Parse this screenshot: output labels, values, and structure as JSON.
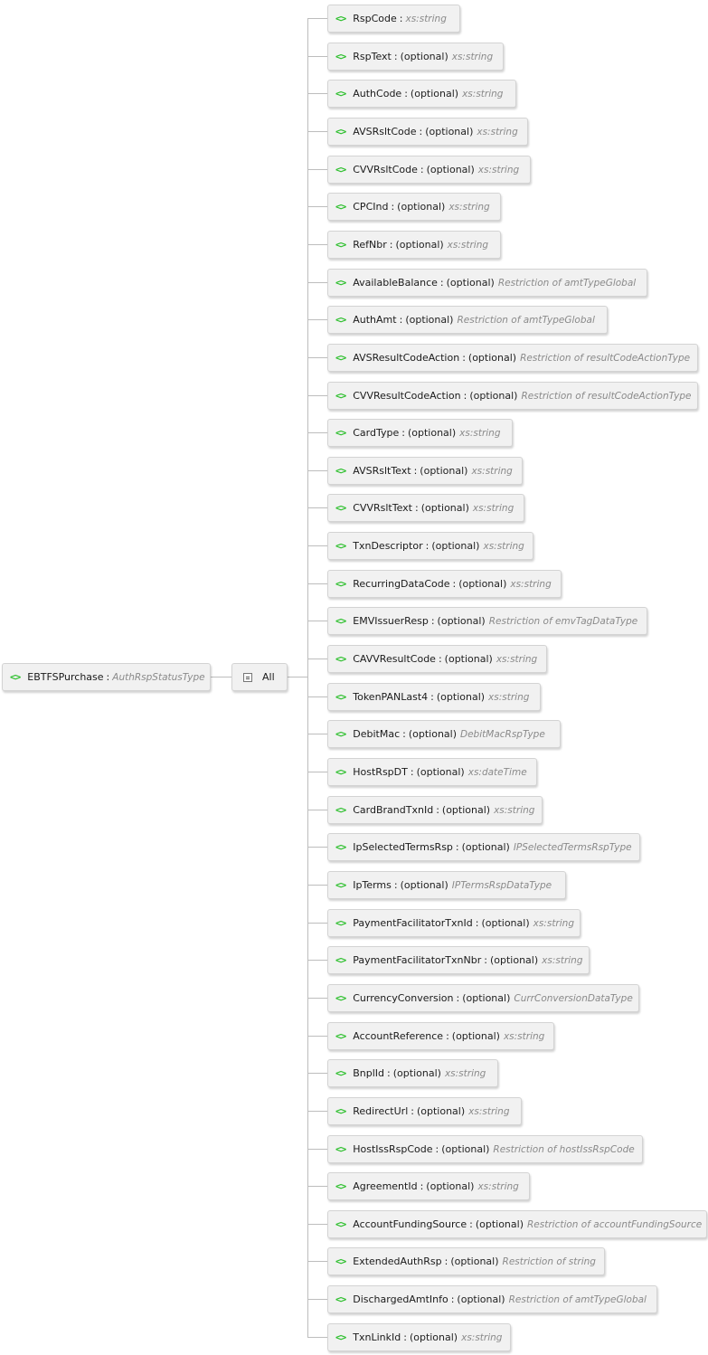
{
  "root": {
    "name": "EBTFSPurchase",
    "type": "AuthRspStatusType",
    "icon": "element-icon",
    "glyph": "<>"
  },
  "compositor": {
    "label": "All",
    "icon": "all-compositor-icon"
  },
  "separator": ":",
  "optional_label": "(optional)",
  "colors": {
    "icon_green": "#2bbf2b",
    "node_bg": "#f1f1f1",
    "node_border": "#d3d3d3",
    "type_gray": "#8a8a8a"
  },
  "children": [
    {
      "name": "RspCode",
      "optional": false,
      "type": "xs:string"
    },
    {
      "name": "RspText",
      "optional": true,
      "type": "xs:string"
    },
    {
      "name": "AuthCode",
      "optional": true,
      "type": "xs:string"
    },
    {
      "name": "AVSRsltCode",
      "optional": true,
      "type": "xs:string"
    },
    {
      "name": "CVVRsltCode",
      "optional": true,
      "type": "xs:string"
    },
    {
      "name": "CPCInd",
      "optional": true,
      "type": "xs:string"
    },
    {
      "name": "RefNbr",
      "optional": true,
      "type": "xs:string"
    },
    {
      "name": "AvailableBalance",
      "optional": true,
      "type": "Restriction of amtTypeGlobal"
    },
    {
      "name": "AuthAmt",
      "optional": true,
      "type": "Restriction of amtTypeGlobal"
    },
    {
      "name": "AVSResultCodeAction",
      "optional": true,
      "type": "Restriction of resultCodeActionType"
    },
    {
      "name": "CVVResultCodeAction",
      "optional": true,
      "type": "Restriction of resultCodeActionType"
    },
    {
      "name": "CardType",
      "optional": true,
      "type": "xs:string"
    },
    {
      "name": "AVSRsltText",
      "optional": true,
      "type": "xs:string"
    },
    {
      "name": "CVVRsltText",
      "optional": true,
      "type": "xs:string"
    },
    {
      "name": "TxnDescriptor",
      "optional": true,
      "type": "xs:string"
    },
    {
      "name": "RecurringDataCode",
      "optional": true,
      "type": "xs:string"
    },
    {
      "name": "EMVIssuerResp",
      "optional": true,
      "type": "Restriction of emvTagDataType"
    },
    {
      "name": "CAVVResultCode",
      "optional": true,
      "type": "xs:string"
    },
    {
      "name": "TokenPANLast4",
      "optional": true,
      "type": "xs:string"
    },
    {
      "name": "DebitMac",
      "optional": true,
      "type": "DebitMacRspType"
    },
    {
      "name": "HostRspDT",
      "optional": true,
      "type": "xs:dateTime"
    },
    {
      "name": "CardBrandTxnId",
      "optional": true,
      "type": "xs:string"
    },
    {
      "name": "IpSelectedTermsRsp",
      "optional": true,
      "type": "IPSelectedTermsRspType"
    },
    {
      "name": "IpTerms",
      "optional": true,
      "type": "IPTermsRspDataType"
    },
    {
      "name": "PaymentFacilitatorTxnId",
      "optional": true,
      "type": "xs:string"
    },
    {
      "name": "PaymentFacilitatorTxnNbr",
      "optional": true,
      "type": "xs:string"
    },
    {
      "name": "CurrencyConversion",
      "optional": true,
      "type": "CurrConversionDataType"
    },
    {
      "name": "AccountReference",
      "optional": true,
      "type": "xs:string"
    },
    {
      "name": "BnplId",
      "optional": true,
      "type": "xs:string"
    },
    {
      "name": "RedirectUrl",
      "optional": true,
      "type": "xs:string"
    },
    {
      "name": "HostIssRspCode",
      "optional": true,
      "type": "Restriction of hostIssRspCode"
    },
    {
      "name": "AgreementId",
      "optional": true,
      "type": "xs:string"
    },
    {
      "name": "AccountFundingSource",
      "optional": true,
      "type": "Restriction of accountFundingSource"
    },
    {
      "name": "ExtendedAuthRsp",
      "optional": true,
      "type": "Restriction of string"
    },
    {
      "name": "DischargedAmtInfo",
      "optional": true,
      "type": "Restriction of amtTypeGlobal"
    },
    {
      "name": "TxnLinkId",
      "optional": true,
      "type": "xs:string"
    }
  ]
}
